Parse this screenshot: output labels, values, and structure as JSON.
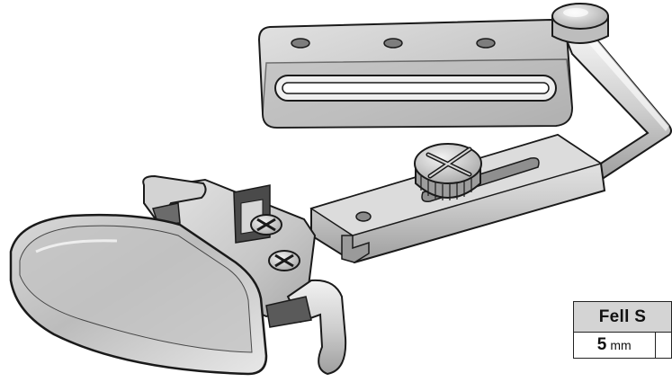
{
  "spec_table": {
    "header": "Fell S",
    "value": "5",
    "unit": "mm"
  },
  "colors": {
    "metal_light": "#e6e6e6",
    "metal_mid": "#bdbdbd",
    "metal_dark": "#8a8a8a",
    "outline": "#1a1a1a",
    "table_header_bg": "#d4d4d4"
  }
}
